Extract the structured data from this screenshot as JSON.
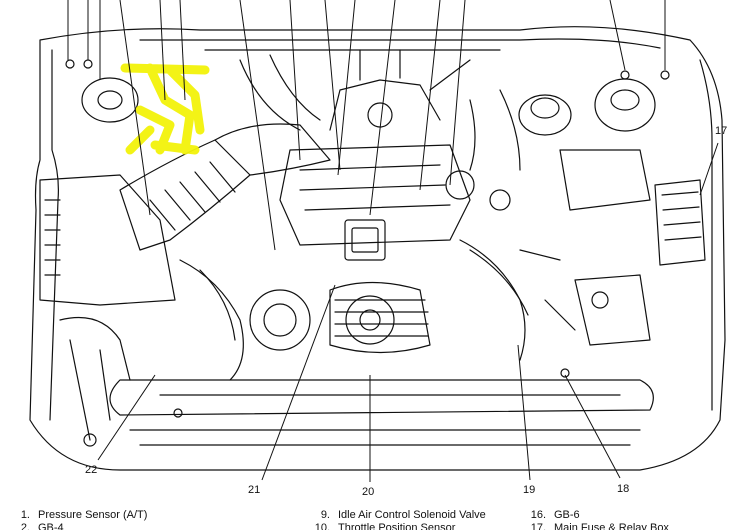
{
  "diagram": {
    "callouts": [
      {
        "id": "17",
        "label": "17"
      },
      {
        "id": "18",
        "label": "18"
      },
      {
        "id": "19",
        "label": "19"
      },
      {
        "id": "20",
        "label": "20"
      },
      {
        "id": "21",
        "label": "21"
      },
      {
        "id": "22",
        "label": "22"
      }
    ],
    "highlight_color": "#f2f20a",
    "line_color": "#111111"
  },
  "legend": {
    "col1": [
      {
        "num": "1.",
        "text": "Pressure Sensor (A/T)"
      },
      {
        "num": "2.",
        "text": "GB-4"
      }
    ],
    "col2": [
      {
        "num": "9.",
        "text": "Idle Air Control Solenoid Valve"
      },
      {
        "num": "10.",
        "text": "Throttle Position Sensor"
      }
    ],
    "col3": [
      {
        "num": "16.",
        "text": "GB-6"
      },
      {
        "num": "17.",
        "text": "Main Fuse & Relay Box"
      }
    ]
  }
}
